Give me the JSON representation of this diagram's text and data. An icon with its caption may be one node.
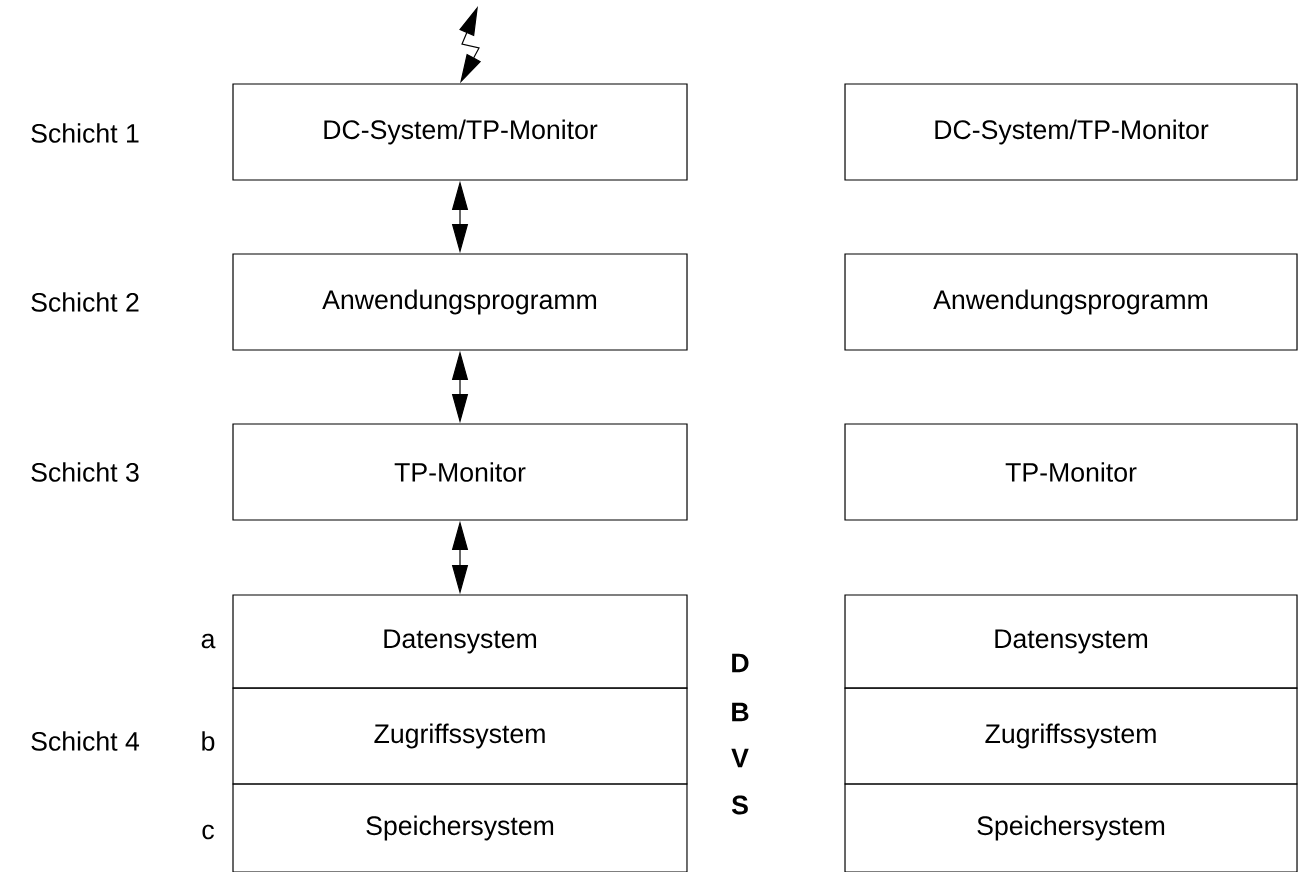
{
  "diagram": {
    "nodes": [
      {
        "text": [
          "DC-System/TP-Monitor"
        ]
      },
      {
        "text": [
          "Anwendungsprogramm"
        ]
      },
      {
        "text": [
          "TP-Monitor"
        ]
      },
      {
        "text": [
          "Datensystem"
        ]
      },
      {
        "text": [
          "Zugriffssystem"
        ]
      },
      {
        "text": [
          "Speichersystem"
        ]
      },
      {
        "text": [
          "DC-System/TP-Monitor"
        ]
      },
      {
        "text": [
          "Anwendungsprogramm"
        ]
      },
      {
        "text": [
          "TP-Monitor"
        ]
      },
      {
        "text": [
          "Datensystem"
        ]
      },
      {
        "text": [
          "Zugriffssystem"
        ]
      },
      {
        "text": [
          "Speichersystem"
        ]
      }
    ],
    "edges": [
      {
        "from": null,
        "to": 0,
        "arrow": "both"
      },
      {
        "from": 0,
        "to": 1,
        "arrow": "both"
      },
      {
        "from": 1,
        "to": 2,
        "arrow": "both"
      },
      {
        "from": 2,
        "to": 3,
        "arrow": "both"
      }
    ],
    "labels": [
      "Schicht 1",
      "Schicht 2",
      "Schicht 3",
      "a",
      "Schicht 4",
      "b",
      "c",
      "D",
      "B",
      "V",
      "S"
    ]
  }
}
